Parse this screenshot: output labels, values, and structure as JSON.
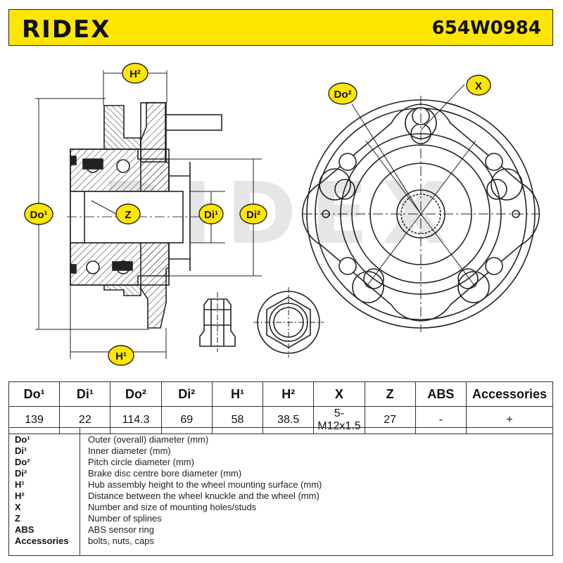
{
  "header": {
    "brand": "RIDEX",
    "part_number": "654W0984"
  },
  "watermark": "RIDEX",
  "drawing_labels": {
    "h2": "H²",
    "do1": "Do¹",
    "z": "Z",
    "di1": "Di¹",
    "di2": "Di²",
    "h1": "H¹",
    "do2": "Do²",
    "x": "X"
  },
  "specs": {
    "headers": [
      "Do¹",
      "Di¹",
      "Do²",
      "Di²",
      "H¹",
      "H²",
      "X",
      "Z",
      "ABS",
      "Accessories"
    ],
    "values": [
      "139",
      "22",
      "114.3",
      "69",
      "58",
      "38.5",
      "5-M12x1.5",
      "27",
      "-",
      "+"
    ]
  },
  "legend": [
    {
      "abbr": "Do¹",
      "desc": "Outer (overall) diameter (mm)"
    },
    {
      "abbr": "Di¹",
      "desc": "Inner diameter (mm)"
    },
    {
      "abbr": "Do²",
      "desc": "Pitch circle diameter (mm)"
    },
    {
      "abbr": "Di²",
      "desc": "Brake disc centre bore diameter (mm)"
    },
    {
      "abbr": "H¹",
      "desc": "Hub assembly height to the wheel mounting surface (mm)"
    },
    {
      "abbr": "H²",
      "desc": "Distance between the wheel knuckle and the wheel (mm)"
    },
    {
      "abbr": "X",
      "desc": "Number and size of mounting holes/studs"
    },
    {
      "abbr": "Z",
      "desc": "Number of splines"
    },
    {
      "abbr": "ABS",
      "desc": "ABS sensor ring"
    },
    {
      "abbr": "Accessories",
      "desc": "bolts, nuts, caps"
    }
  ],
  "colors": {
    "header_bg": "#ffe600",
    "line": "#222222",
    "watermark": "#e6e6e6"
  }
}
